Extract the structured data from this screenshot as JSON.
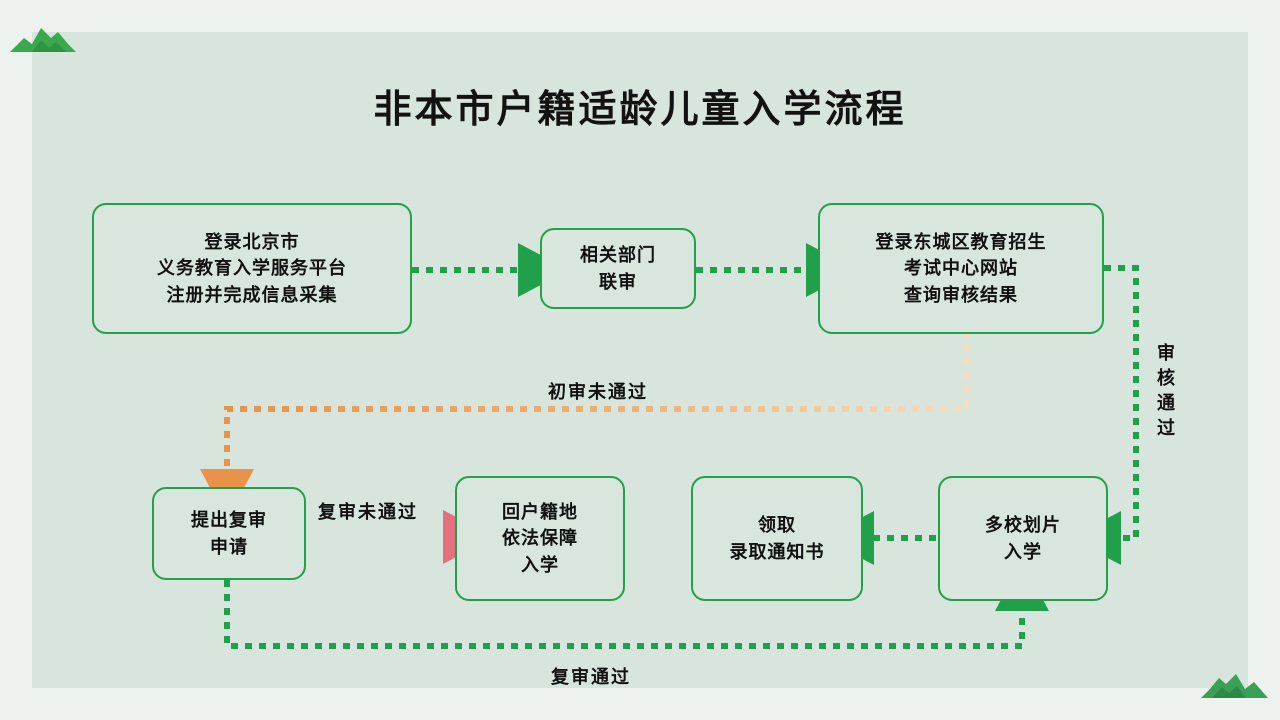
{
  "page": {
    "title": "非本市户籍适龄儿童入学流程",
    "background_color": "#eef2ef",
    "panel_color": "#d8e5dc",
    "decor": [
      {
        "name": "mountain-top-left",
        "color": "#35a84a"
      },
      {
        "name": "mountain-bottom-right",
        "color": "#3aa055"
      }
    ]
  },
  "chart_data": {
    "type": "diagram",
    "title": "非本市户籍适龄儿童入学流程",
    "node_border_color": "#22a04a",
    "nodes": [
      {
        "id": "n1",
        "lines": [
          "登录北京市",
          "义务教育入学服务平台",
          "注册并完成信息采集"
        ]
      },
      {
        "id": "n2",
        "lines": [
          "相关部门",
          "联审"
        ]
      },
      {
        "id": "n3",
        "lines": [
          "登录东城区教育招生",
          "考试中心网站",
          "查询审核结果"
        ]
      },
      {
        "id": "n4",
        "lines": [
          "提出复审",
          "申请"
        ]
      },
      {
        "id": "n5",
        "lines": [
          "回户籍地",
          "依法保障",
          "入学"
        ]
      },
      {
        "id": "n6",
        "lines": [
          "领取",
          "录取通知书"
        ]
      },
      {
        "id": "n7",
        "lines": [
          "多校划片",
          "入学"
        ]
      }
    ],
    "edges": [
      {
        "from": "n1",
        "to": "n2",
        "label": "",
        "color": "#1f9e4a"
      },
      {
        "from": "n2",
        "to": "n3",
        "label": "",
        "color": "#1f9e4a"
      },
      {
        "from": "n3",
        "to": "n4",
        "label": "初审未通过",
        "color": "#e08a3c"
      },
      {
        "from": "n4",
        "to": "n5",
        "label": "复审未通过",
        "color": "#e4707f"
      },
      {
        "from": "n3",
        "to": "n7",
        "label": "审核通过",
        "color": "#1f9e4a"
      },
      {
        "from": "n4",
        "to": "n7",
        "label": "复审通过",
        "color": "#1f9e4a"
      },
      {
        "from": "n7",
        "to": "n6",
        "label": "",
        "color": "#1f9e4a"
      }
    ]
  },
  "labels": {
    "first_review_failed": "初审未通过",
    "second_review_failed": "复审未通过",
    "review_passed": "审核通过",
    "second_review_passed": "复审通过"
  },
  "nodes": {
    "n1": {
      "l0": "登录北京市",
      "l1": "义务教育入学服务平台",
      "l2": "注册并完成信息采集"
    },
    "n2": {
      "l0": "相关部门",
      "l1": "联审"
    },
    "n3": {
      "l0": "登录东城区教育招生",
      "l1": "考试中心网站",
      "l2": "查询审核结果"
    },
    "n4": {
      "l0": "提出复审",
      "l1": "申请"
    },
    "n5": {
      "l0": "回户籍地",
      "l1": "依法保障",
      "l2": "入学"
    },
    "n6": {
      "l0": "领取",
      "l1": "录取通知书"
    },
    "n7": {
      "l0": "多校划片",
      "l1": "入学"
    }
  }
}
